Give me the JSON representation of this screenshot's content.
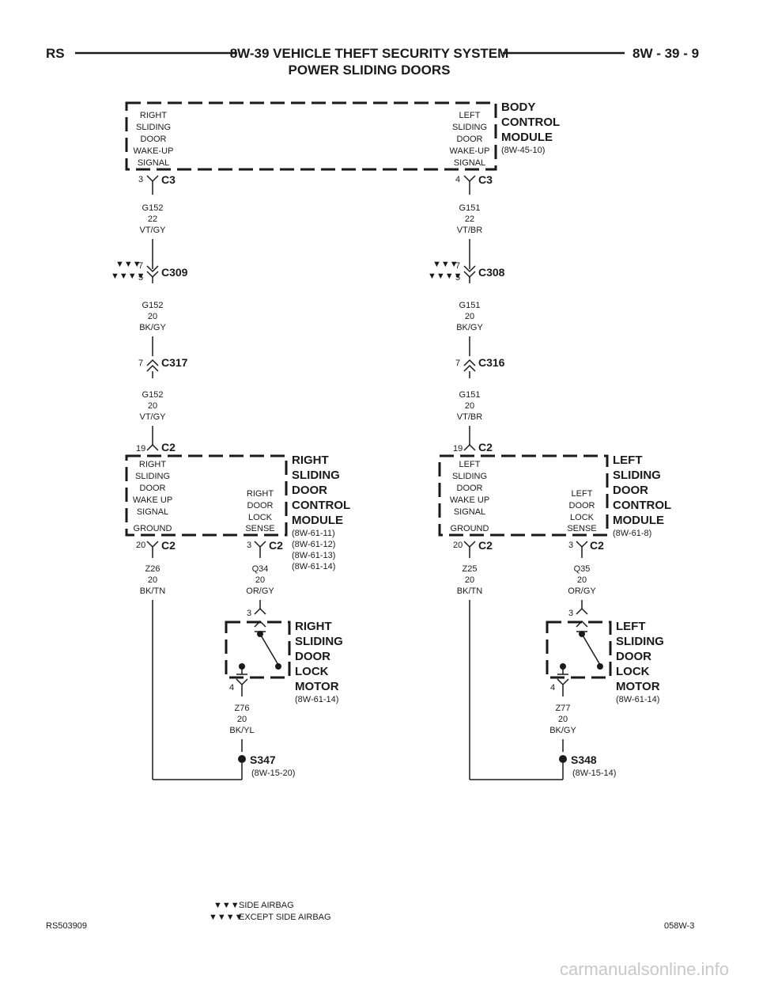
{
  "header": {
    "left": "RS",
    "title": "8W-39 VEHICLE THEFT SECURITY SYSTEM",
    "subtitle": "POWER SLIDING DOORS",
    "right": "8W - 39 - 9"
  },
  "bcm": {
    "name": [
      "BODY",
      "CONTROL",
      "MODULE"
    ],
    "ref": "(8W-45-10)",
    "right_signal": [
      "RIGHT",
      "SLIDING",
      "DOOR",
      "WAKE-UP",
      "SIGNAL"
    ],
    "left_signal": [
      "LEFT",
      "SLIDING",
      "DOOR",
      "WAKE-UP",
      "SIGNAL"
    ]
  },
  "right_chain": {
    "bcm_pin": "3",
    "bcm_conn": "C3",
    "wire1": [
      "G152",
      "22",
      "VT/GY"
    ],
    "c309_pin_a": "7",
    "c309_pin_b": "5",
    "c309": "C309",
    "wire2": [
      "G152",
      "20",
      "BK/GY"
    ],
    "c317_pin": "7",
    "c317": "C317",
    "wire3": [
      "G152",
      "20",
      "VT/GY"
    ],
    "mod_pin": "19",
    "mod_conn": "C2",
    "module_name": [
      "RIGHT",
      "SLIDING",
      "DOOR",
      "CONTROL",
      "MODULE"
    ],
    "module_refs": [
      "(8W-61-11)",
      "(8W-61-12)",
      "(8W-61-13)",
      "(8W-61-14)"
    ],
    "wakeup": [
      "RIGHT",
      "SLIDING",
      "DOOR",
      "WAKE UP",
      "SIGNAL"
    ],
    "ground": "GROUND",
    "lock_sense": [
      "RIGHT",
      "DOOR",
      "LOCK",
      "SENSE"
    ],
    "gnd_pin": "20",
    "gnd_conn": "C2",
    "sense_pin": "3",
    "sense_conn": "C2",
    "gnd_wire": [
      "Z26",
      "20",
      "BK/TN"
    ],
    "sense_wire": [
      "Q34",
      "20",
      "OR/GY"
    ],
    "motor_pin_top": "3",
    "motor_pin_bot": "4",
    "motor_name": [
      "RIGHT",
      "SLIDING",
      "DOOR",
      "LOCK",
      "MOTOR"
    ],
    "motor_ref": "(8W-61-14)",
    "motor_wire": [
      "Z76",
      "20",
      "BK/YL"
    ],
    "splice": "S347",
    "splice_ref": "(8W-15-20)"
  },
  "left_chain": {
    "bcm_pin": "4",
    "bcm_conn": "C3",
    "wire1": [
      "G151",
      "22",
      "VT/BR"
    ],
    "c308_pin_a": "7",
    "c308_pin_b": "5",
    "c308": "C308",
    "wire2": [
      "G151",
      "20",
      "BK/GY"
    ],
    "c316_pin": "7",
    "c316": "C316",
    "wire3": [
      "G151",
      "20",
      "VT/BR"
    ],
    "mod_pin": "19",
    "mod_conn": "C2",
    "module_name": [
      "LEFT",
      "SLIDING",
      "DOOR",
      "CONTROL",
      "MODULE"
    ],
    "module_refs": [
      "(8W-61-8)"
    ],
    "wakeup": [
      "LEFT",
      "SLIDING",
      "DOOR",
      "WAKE UP",
      "SIGNAL"
    ],
    "ground": "GROUND",
    "lock_sense": [
      "LEFT",
      "DOOR",
      "LOCK",
      "SENSE"
    ],
    "gnd_pin": "20",
    "gnd_conn": "C2",
    "sense_pin": "3",
    "sense_conn": "C2",
    "gnd_wire": [
      "Z25",
      "20",
      "BK/TN"
    ],
    "sense_wire": [
      "Q35",
      "20",
      "OR/GY"
    ],
    "motor_pin_top": "3",
    "motor_pin_bot": "4",
    "motor_name": [
      "LEFT",
      "SLIDING",
      "DOOR",
      "LOCK",
      "MOTOR"
    ],
    "motor_ref": "(8W-61-14)",
    "motor_wire": [
      "Z77",
      "20",
      "BK/GY"
    ],
    "splice": "S348",
    "splice_ref": "(8W-15-14)"
  },
  "legend": {
    "item1_symbol": "▼▼▼",
    "item1": "SIDE AIRBAG",
    "item2_symbol": "▼▼▼▼",
    "item2": "EXCEPT SIDE AIRBAG"
  },
  "footer": {
    "left": "RS503909",
    "right": "058W-3"
  },
  "watermark": "carmanualsonline.info"
}
